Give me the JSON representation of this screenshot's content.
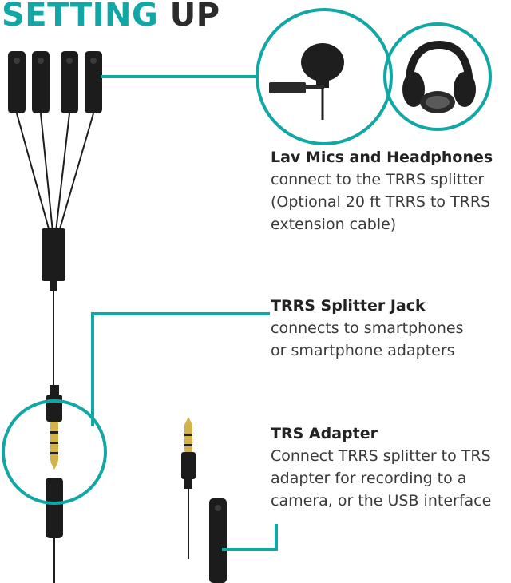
{
  "title": {
    "part1": "SETTING",
    "part2": "UP"
  },
  "colors": {
    "accent": "#11a7a5",
    "text": "#3a3a3a",
    "cable": "#1e1e1e"
  },
  "labels": [
    {
      "heading": "Lav Mics and Headphones",
      "lines": [
        "connect to the TRRS splitter",
        "(Optional 20 ft TRRS to TRRS",
        "extension cable)"
      ]
    },
    {
      "heading": "TRRS Splitter Jack",
      "lines": [
        "connects to smartphones",
        "or smartphone adapters"
      ]
    },
    {
      "heading": "TRS Adapter",
      "lines": [
        "Connect TRRS splitter to TRS",
        "adapter for recording to a",
        "camera, or the USB interface"
      ]
    }
  ],
  "icons": [
    "lavalier-microphone-icon",
    "headphones-icon",
    "trrs-splitter-icon",
    "trrs-plug-icon",
    "trs-adapter-icon"
  ]
}
